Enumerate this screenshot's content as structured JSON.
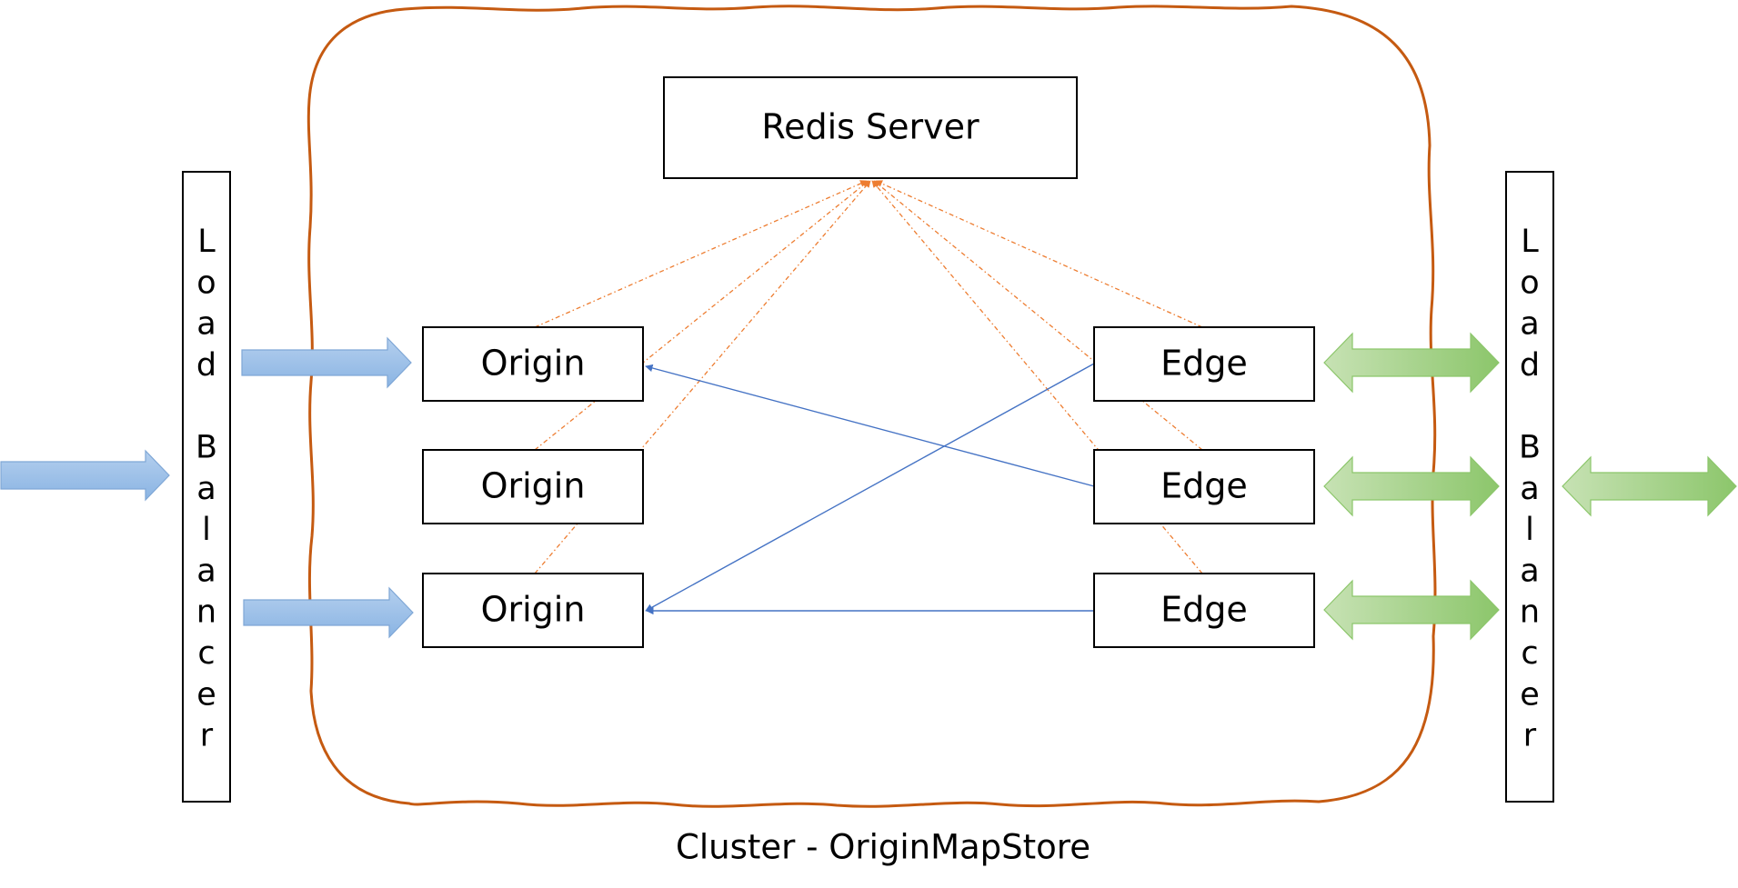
{
  "diagram": {
    "redis": {
      "label": "Redis Server"
    },
    "origins": [
      {
        "label": "Origin"
      },
      {
        "label": "Origin"
      },
      {
        "label": "Origin"
      }
    ],
    "edges": [
      {
        "label": "Edge"
      },
      {
        "label": "Edge"
      },
      {
        "label": "Edge"
      }
    ],
    "load_balancer_left": {
      "label": "Load Balancer"
    },
    "load_balancer_right": {
      "label": "Load Balancer"
    },
    "cluster_caption": "Cluster - OriginMapStore",
    "colors": {
      "cluster_border": "#C55A11",
      "redis_links": "#ED7D31",
      "node_links": "#4472C4",
      "inbound_arrows": "#9DC3E6",
      "bidirectional_arrows": "#A9D18E"
    }
  }
}
